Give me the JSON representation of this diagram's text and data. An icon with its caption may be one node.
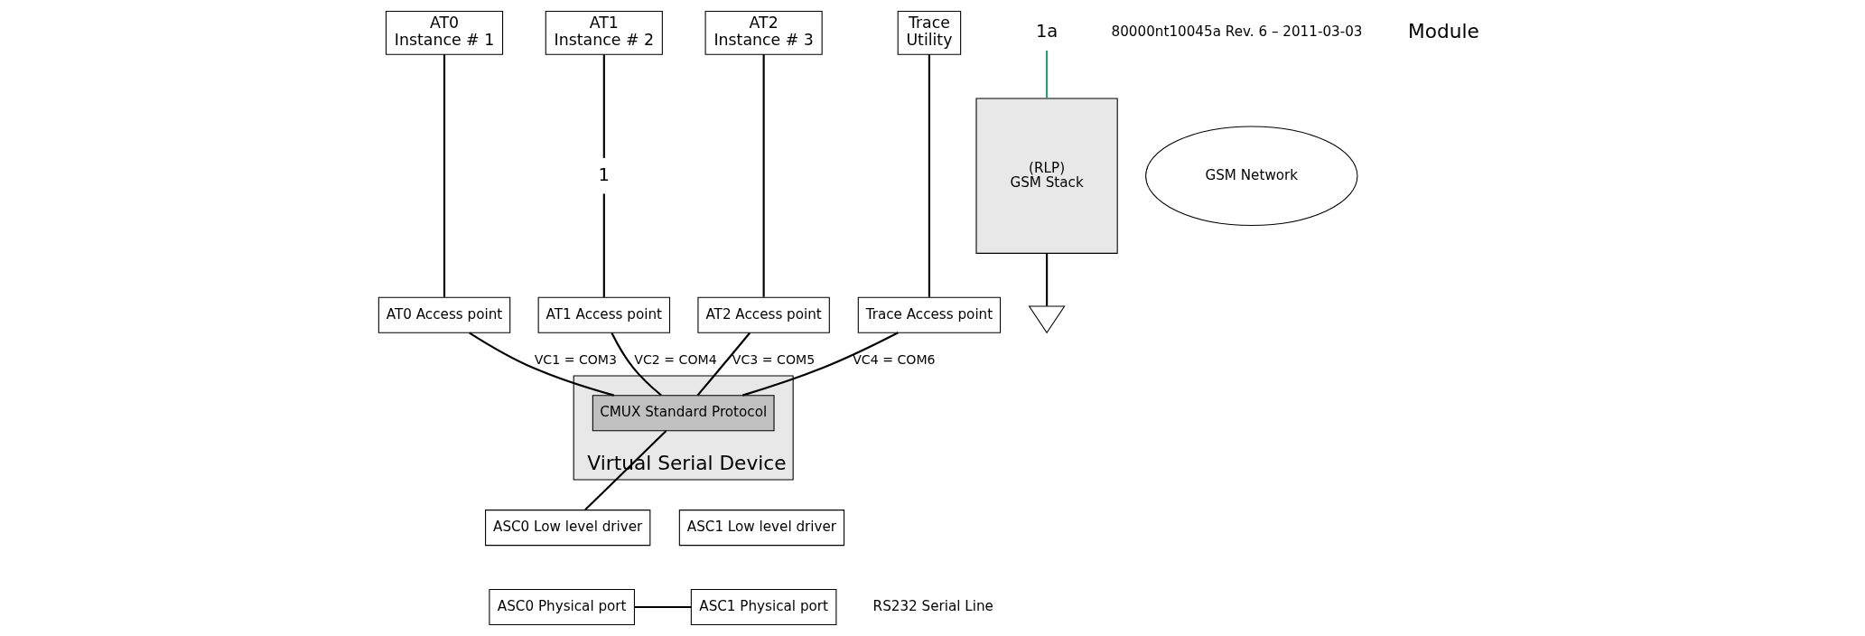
{
  "diagram": {
    "nodes": [
      {
        "text": [
          "AT0",
          "Instance # 1"
        ]
      },
      {
        "text": [
          "AT1",
          "Instance # 2"
        ]
      },
      {
        "text": [
          "AT2",
          "Instance # 3"
        ]
      },
      {
        "text": [
          "Trace",
          "Utility"
        ]
      },
      {
        "text": [
          "Virtual Serial Device"
        ]
      },
      {
        "text": [
          "AT0 Access point"
        ]
      },
      {
        "text": [
          "AT1 Access point"
        ]
      },
      {
        "text": [
          "AT2 Access point"
        ]
      },
      {
        "text": [
          "Trace Access point"
        ]
      },
      {
        "text": [
          "1"
        ]
      },
      {
        "text": [
          "1a"
        ]
      },
      {
        "text": [
          "CMUX Standard Protocol"
        ],
        "in": 4
      },
      {
        "text": [
          "(RLP)",
          "GSM Stack"
        ]
      },
      {
        "text": [],
        "shape": "antenna"
      },
      {
        "text": [
          "GSM Network"
        ]
      },
      {
        "text": [
          "ASC0 Low level driver"
        ]
      },
      {
        "text": [
          "ASC1 Low level driver"
        ]
      },
      {
        "text": [
          "ASC0 Physical port"
        ]
      },
      {
        "text": [
          "ASC1 Physical port"
        ]
      }
    ],
    "edges": [
      {
        "from": 0,
        "to": 5,
        "arrow": "none"
      },
      {
        "from": 1,
        "to": 9,
        "arrow": "none"
      },
      {
        "from": 9,
        "to": 6,
        "arrow": "none"
      },
      {
        "from": 10,
        "to": 12,
        "arrow": "none",
        "color": "#2e9e6a"
      },
      {
        "from": 2,
        "to": 7,
        "arrow": "none"
      },
      {
        "from": 3,
        "to": 8,
        "arrow": "none"
      },
      {
        "from": 5,
        "to": 11,
        "arrow": "none",
        "label": "VC1 = COM3"
      },
      {
        "from": 6,
        "to": 11,
        "arrow": "none",
        "label": "VC2 = COM4"
      },
      {
        "from": 7,
        "to": 11,
        "arrow": "none",
        "label": "VC3 = COM5"
      },
      {
        "from": 8,
        "to": 11,
        "arrow": "none",
        "label": "VC4 = COM6"
      },
      {
        "from": 11,
        "to": 15,
        "arrow": "none"
      },
      {
        "from": 12,
        "to": 13,
        "arrow": "none"
      },
      {
        "from": 17,
        "to": 18,
        "arrow": "none"
      }
    ],
    "labels": [
      "80000nt10045a Rev. 6 – 2011-03-03",
      "Module",
      "RS232 Serial Line"
    ]
  }
}
